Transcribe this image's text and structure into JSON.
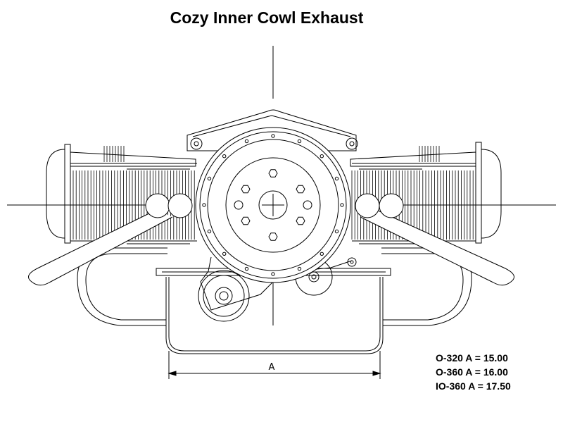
{
  "title": "Cozy Inner Cowl Exhaust",
  "dimension_label": "A",
  "specs": [
    {
      "engine": "O-320",
      "value": "A = 15.00"
    },
    {
      "engine": "O-360",
      "value": "A = 16.00"
    },
    {
      "engine": "IO-360",
      "value": "A = 17.50"
    }
  ],
  "colors": {
    "line": "#000000",
    "background": "#ffffff"
  }
}
